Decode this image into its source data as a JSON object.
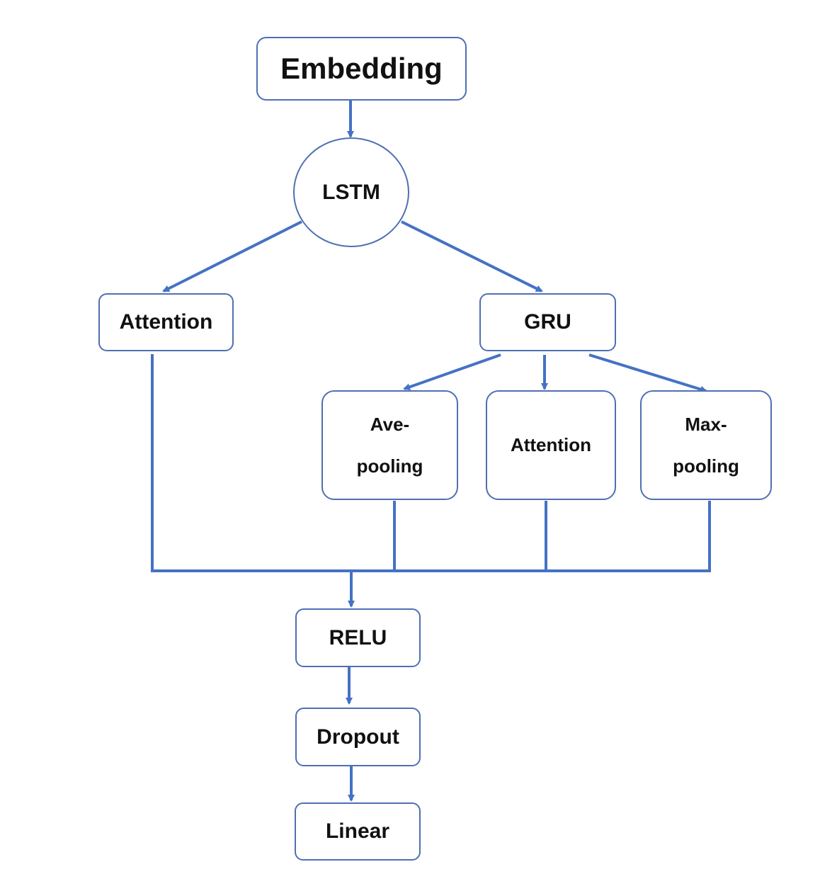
{
  "diagram": {
    "nodes": {
      "embedding": {
        "label": "Embedding"
      },
      "lstm": {
        "label": "LSTM"
      },
      "attention_left": {
        "label": "Attention"
      },
      "gru": {
        "label": "GRU"
      },
      "ave_pooling": {
        "line1": "Ave-",
        "line2": "pooling"
      },
      "attention_mid": {
        "label": "Attention"
      },
      "max_pooling": {
        "line1": "Max-",
        "line2": "pooling"
      },
      "relu": {
        "label": "RELU"
      },
      "dropout": {
        "label": "Dropout"
      },
      "linear": {
        "label": "Linear"
      }
    },
    "colors": {
      "edge": "#4472c4",
      "node_border": "#4f6fb4",
      "text": "#111111"
    }
  }
}
